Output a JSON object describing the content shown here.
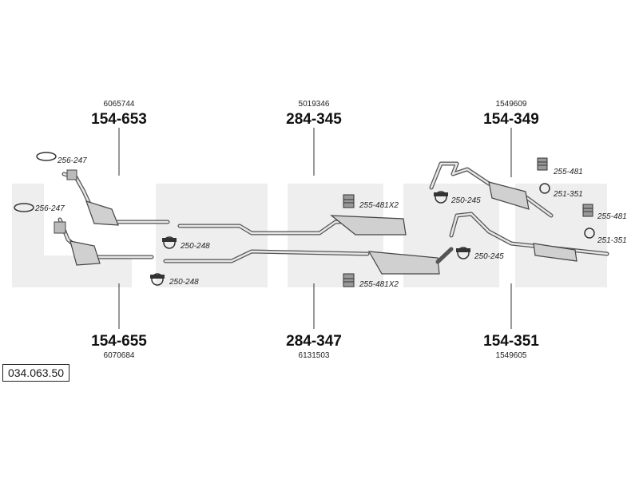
{
  "groups": [
    {
      "oem": "6065744",
      "part": "154-653"
    },
    {
      "oem": "5019346",
      "part": "284-345"
    },
    {
      "oem": "1549609",
      "part": "154-349"
    },
    {
      "oem": "6070684",
      "part": "154-655"
    },
    {
      "oem": "6131503",
      "part": "284-347"
    },
    {
      "oem": "1549605",
      "part": "154-351"
    }
  ],
  "small_parts": [
    "256-247",
    "256-247",
    "250-248",
    "250-248",
    "255-481X2",
    "255-481X2",
    "250-245",
    "250-245",
    "255-481",
    "251-351",
    "255-481",
    "251-351"
  ],
  "diagram_ref": "034.063.50"
}
